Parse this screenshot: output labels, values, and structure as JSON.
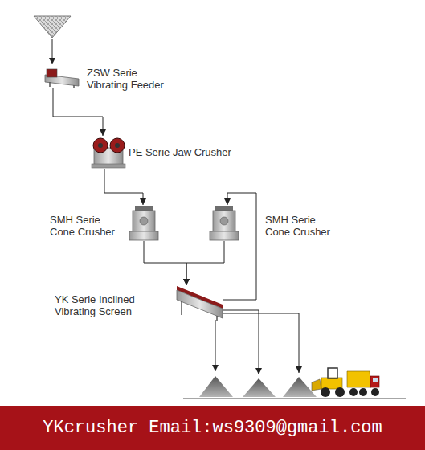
{
  "diagram": {
    "nodes": [
      {
        "text": [
          "ZSW Serie Vibrating Feeder"
        ]
      },
      {
        "text": [
          "PE Serie Jaw Crusher"
        ]
      },
      {
        "text": [
          "SMH Serie Cone Crusher"
        ]
      },
      {
        "text": [
          "SMH Serie Cone Crusher"
        ]
      },
      {
        "text": [
          "YK Serie Inclined Vibrating Screen"
        ]
      },
      {
        "text": [
          "YKcrusher Email:ws9309@gmail.com"
        ]
      }
    ],
    "edges": [
      {
        "from": 0,
        "to": 1,
        "arrow": "to"
      },
      {
        "from": 1,
        "to": 2,
        "arrow": "to"
      },
      {
        "from": 2,
        "to": 4,
        "arrow": "to"
      },
      {
        "from": 3,
        "to": 4,
        "arrow": "to"
      },
      {
        "from": 4,
        "to": 3,
        "arrow": "to"
      }
    ]
  }
}
